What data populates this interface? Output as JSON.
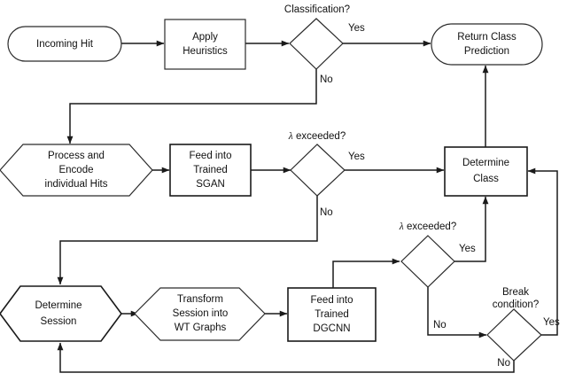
{
  "diagram": {
    "title": "Hit classification and session classification flowchart",
    "background_color": "#ffffff",
    "line_color": "#1a1a1a",
    "text_color": "#111111",
    "nodes": {
      "incoming_hit": {
        "label_line1": "Incoming Hit",
        "shape": "stadium"
      },
      "apply_heuristics": {
        "label_line1": "Apply",
        "label_line2": "Heuristics",
        "shape": "rectangle"
      },
      "classification_decision": {
        "label": "Classification?",
        "shape": "diamond"
      },
      "return_class_prediction": {
        "label_line1": "Return Class",
        "label_line2": "Prediction",
        "shape": "stadium"
      },
      "process_encode_hits": {
        "label_line1": "Process and",
        "label_line2": "Encode",
        "label_line3": "individual Hits",
        "shape": "hexagon"
      },
      "feed_sgan": {
        "label_line1": "Feed into",
        "label_line2": "Trained",
        "label_line3": "SGAN",
        "shape": "rectangle"
      },
      "lambda_decision_1": {
        "label_symbol": "λ",
        "label_text": " exceeded?",
        "shape": "diamond"
      },
      "determine_class": {
        "label_line1": "Determine",
        "label_line2": "Class",
        "shape": "rectangle"
      },
      "determine_session": {
        "label_line1": "Determine",
        "label_line2": "Session",
        "shape": "hexagon"
      },
      "transform_session": {
        "label_line1": "Transform",
        "label_line2": "Session into",
        "label_line3": "WT Graphs",
        "shape": "hexagon"
      },
      "feed_dgcnn": {
        "label_line1": "Feed into",
        "label_line2": "Trained",
        "label_line3": "DGCNN",
        "shape": "rectangle"
      },
      "lambda_decision_2": {
        "label_symbol": "λ",
        "label_text": " exceeded?",
        "shape": "diamond"
      },
      "break_condition": {
        "label_line1": "Break",
        "label_line2": "condition?",
        "shape": "diamond"
      }
    },
    "edge_labels": {
      "classification_yes": "Yes",
      "classification_no": "No",
      "lambda1_yes": "Yes",
      "lambda1_no": "No",
      "lambda2_yes": "Yes",
      "lambda2_no": "No",
      "break_yes": "Yes",
      "break_no": "No"
    }
  }
}
